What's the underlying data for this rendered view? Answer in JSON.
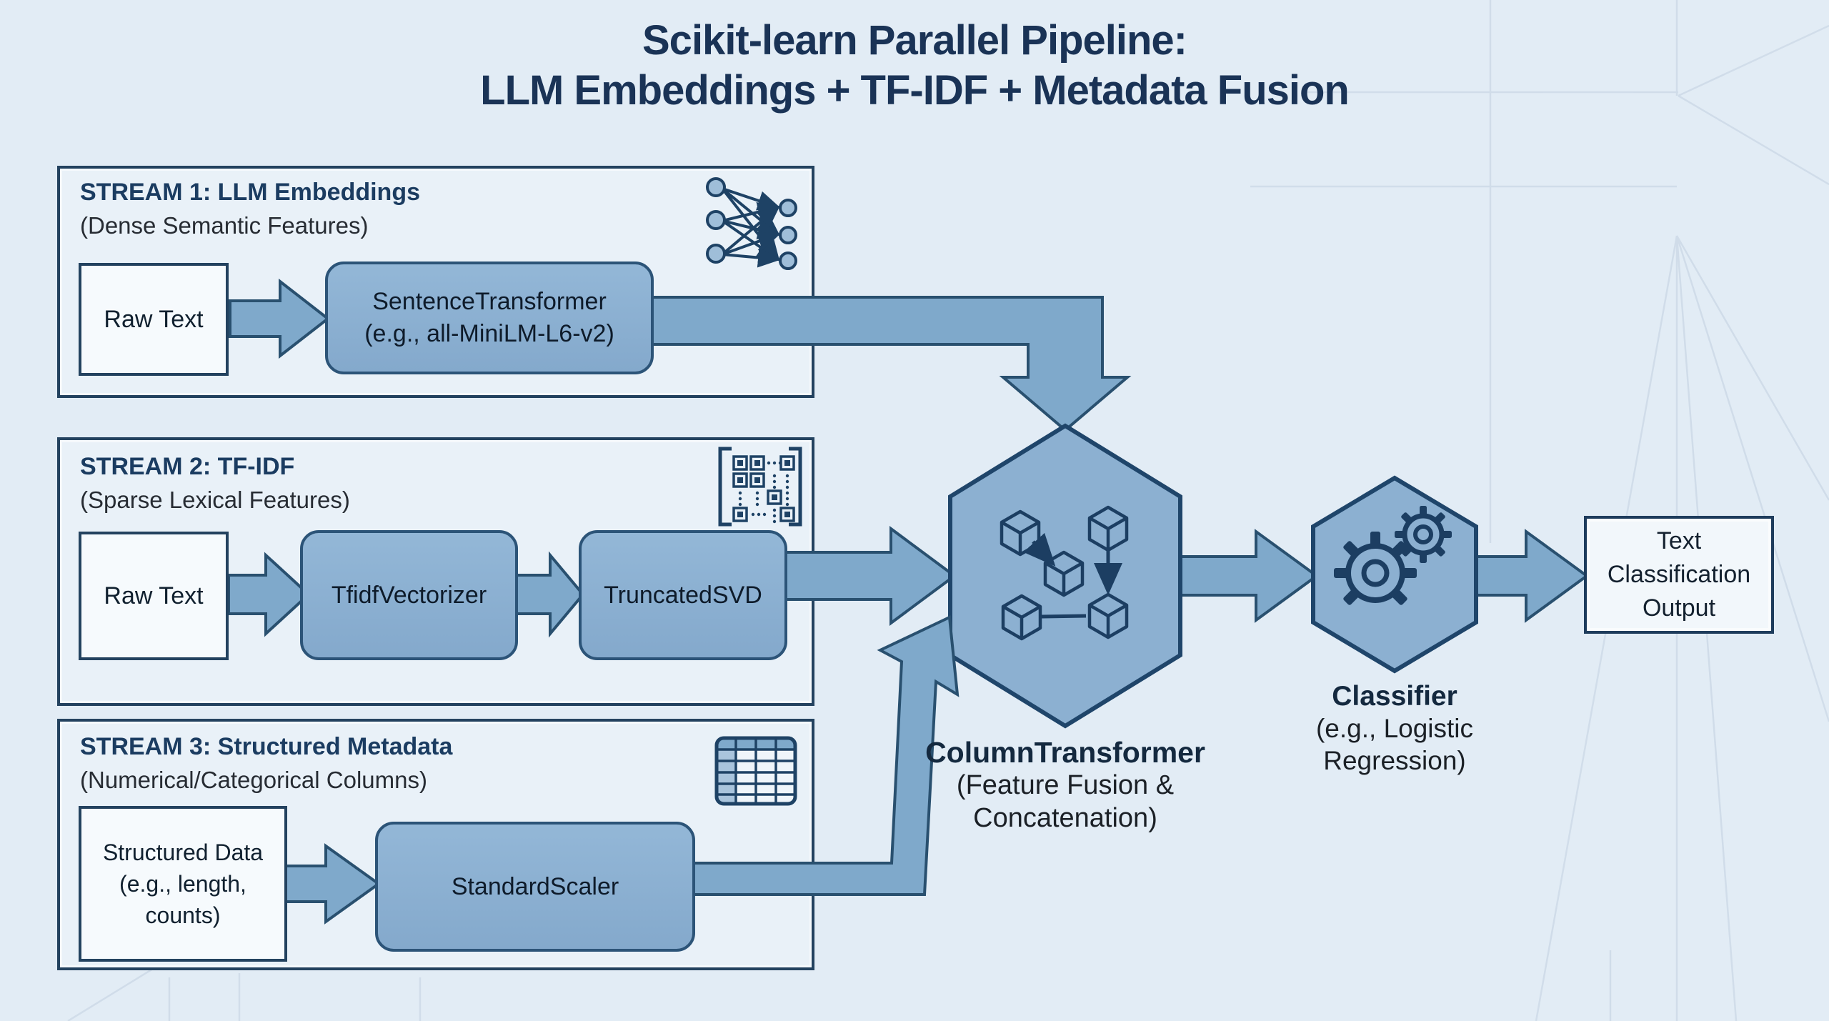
{
  "title": {
    "line1": "Scikit-learn Parallel Pipeline:",
    "line2": "LLM Embeddings + TF-IDF + Metadata Fusion"
  },
  "streams": [
    {
      "heading": "STREAM 1: LLM Embeddings",
      "subheading": "(Dense Semantic Features)",
      "input": "Raw Text",
      "node1_line1": "SentenceTransformer",
      "node1_line2": "(e.g., all-MiniLM-L6-v2)",
      "icon": "neural-network-icon"
    },
    {
      "heading": "STREAM 2: TF-IDF",
      "subheading": "(Sparse Lexical Features)",
      "input": "Raw Text",
      "node1_line1": "TfidfVectorizer",
      "node2_line1": "TruncatedSVD",
      "icon": "sparse-matrix-icon"
    },
    {
      "heading": "STREAM 3: Structured Metadata",
      "subheading": "(Numerical/Categorical Columns)",
      "input_line1": "Structured Data",
      "input_line2": "(e.g., length,",
      "input_line3": "counts)",
      "node1_line1": "StandardScaler",
      "icon": "data-table-icon"
    }
  ],
  "fusion": {
    "title": "ColumnTransformer",
    "subtitle_line1": "(Feature Fusion &",
    "subtitle_line2": "Concatenation)",
    "icon": "cubes-network-icon"
  },
  "classifier": {
    "title": "Classifier",
    "subtitle_line1": "(e.g., Logistic",
    "subtitle_line2": "Regression)",
    "icon": "gears-icon"
  },
  "output": {
    "line1": "Text",
    "line2": "Classification",
    "line3": "Output"
  },
  "colors": {
    "background": "#E2ECF5",
    "panel_fill": "#E9F1F8",
    "node_fill": "#8DB2D3",
    "arrow_fill": "#7FA9CB",
    "hexagon_fill": "#8CB0D1",
    "outline_navy": "#23425F",
    "title_navy": "#1A3356"
  }
}
